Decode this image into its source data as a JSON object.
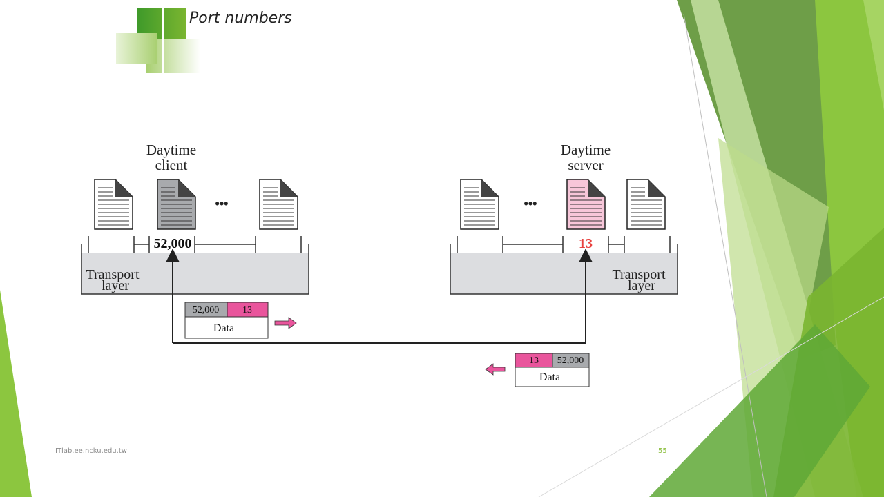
{
  "slide": {
    "title": "Port numbers",
    "footer_site": "ITlab.ee.ncku.edu.tw",
    "page_number": "55"
  },
  "colors": {
    "accent_green": "#7ab530",
    "dark_green": "#5a8f34",
    "light_green": "#c9e3a6",
    "pink": "#e9559c",
    "pink_light": "#f7c6d9",
    "gray_doc": "#a8aaad",
    "layer_gray": "#dcdde0"
  },
  "diagram": {
    "client_label_1": "Daytime",
    "client_label_2": "client",
    "server_label_1": "Daytime",
    "server_label_2": "server",
    "ellipsis": "•••",
    "client_port": "52,000",
    "server_port": "13",
    "transport_label_1": "Transport",
    "transport_label_2": "layer",
    "request_packet": {
      "source_port": "52,000",
      "dest_port": "13",
      "data": "Data"
    },
    "response_packet": {
      "source_port": "13",
      "dest_port": "52,000",
      "data": "Data"
    }
  }
}
